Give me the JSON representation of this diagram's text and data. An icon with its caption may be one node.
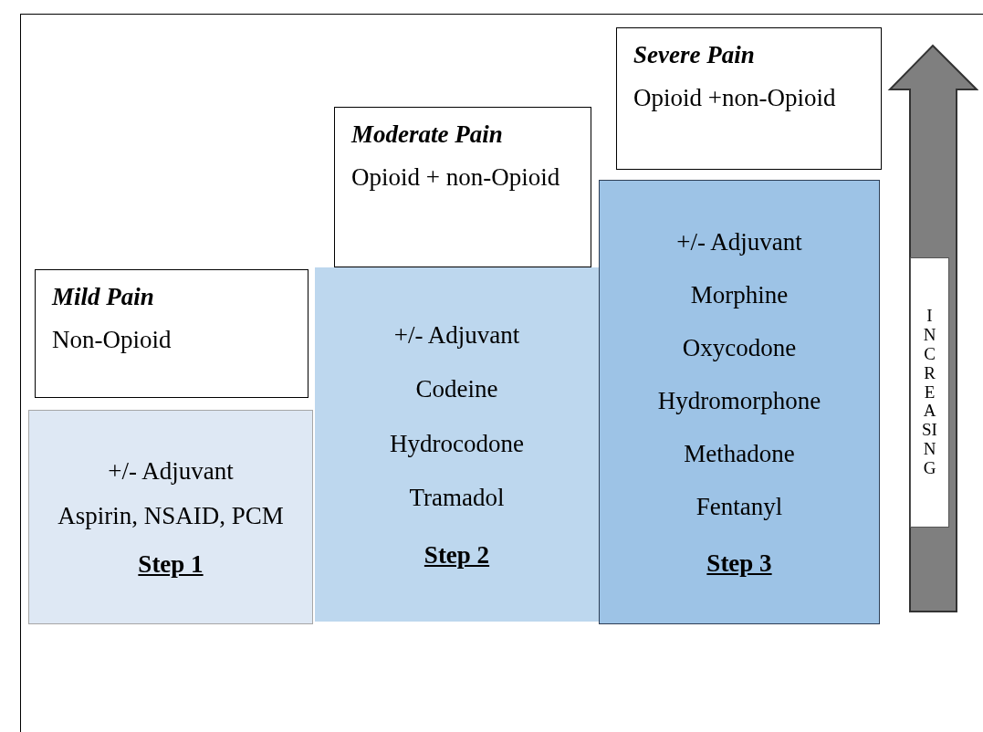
{
  "diagram": {
    "nodes": [
      {
        "text": [
          "Mild Pain",
          "Non-Opioid"
        ]
      },
      {
        "text": [
          "+/- Adjuvant",
          "Aspirin, NSAID, PCM",
          "Step 1"
        ]
      },
      {
        "text": [
          "Moderate Pain",
          "Opioid + non-Opioid"
        ]
      },
      {
        "text": [
          "+/- Adjuvant",
          "Codeine",
          "Hydrocodone",
          "Tramadol",
          "Step 2"
        ]
      },
      {
        "text": [
          "Severe Pain",
          "Opioid +non-Opioid"
        ]
      },
      {
        "text": [
          "+/- Adjuvant",
          "Morphine",
          "Oxycodone",
          "Hydromorphone",
          "Methadone",
          "Fentanyl",
          "Step 3"
        ]
      },
      {
        "text": [
          "INCREASING"
        ]
      }
    ]
  }
}
